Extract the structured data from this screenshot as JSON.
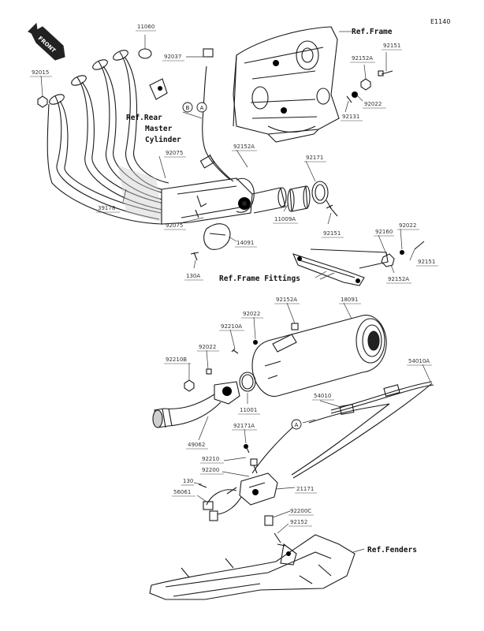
{
  "figure_code": "E1140",
  "front_label": "FRONT",
  "references": {
    "frame": "Ref.Frame",
    "rear_master_cylinder": [
      "Ref.Rear",
      "Master",
      "Cylinder"
    ],
    "frame_fittings": "Ref.Frame Fittings",
    "fenders": "Ref.Fenders"
  },
  "circle_markers": {
    "a": "A",
    "b": "B"
  },
  "part_numbers": {
    "p11060": "11060",
    "p92037": "92037",
    "p92015": "92015",
    "p92151_top": "92151",
    "p92152A_top": "92152A",
    "p92022_top": "92022",
    "p92131": "92131",
    "p92075_upper": "92075",
    "p92152A_mid": "92152A",
    "p92171": "92171",
    "p39178": "39178",
    "p11009A": "11009A",
    "p92151_mid": "92151",
    "p92075_lower": "92075",
    "p14091": "14091",
    "p130A": "130A",
    "p92160": "92160",
    "p92022_right": "92022",
    "p92151_right": "92151",
    "p92152A_right": "92152A",
    "p92152A_low": "92152A",
    "p18091": "18091",
    "p92022_a": "92022",
    "p92210A": "92210A",
    "p92022_b": "92022",
    "p92210B": "92210B",
    "p54010A": "54010A",
    "p54010": "54010",
    "p11001": "11001",
    "p49062": "49062",
    "p92171A": "92171A",
    "p92210": "92210",
    "p92200": "92200",
    "p130": "130",
    "p56061": "56061",
    "p21171": "21171",
    "p92200C": "92200C",
    "p92152": "92152"
  }
}
